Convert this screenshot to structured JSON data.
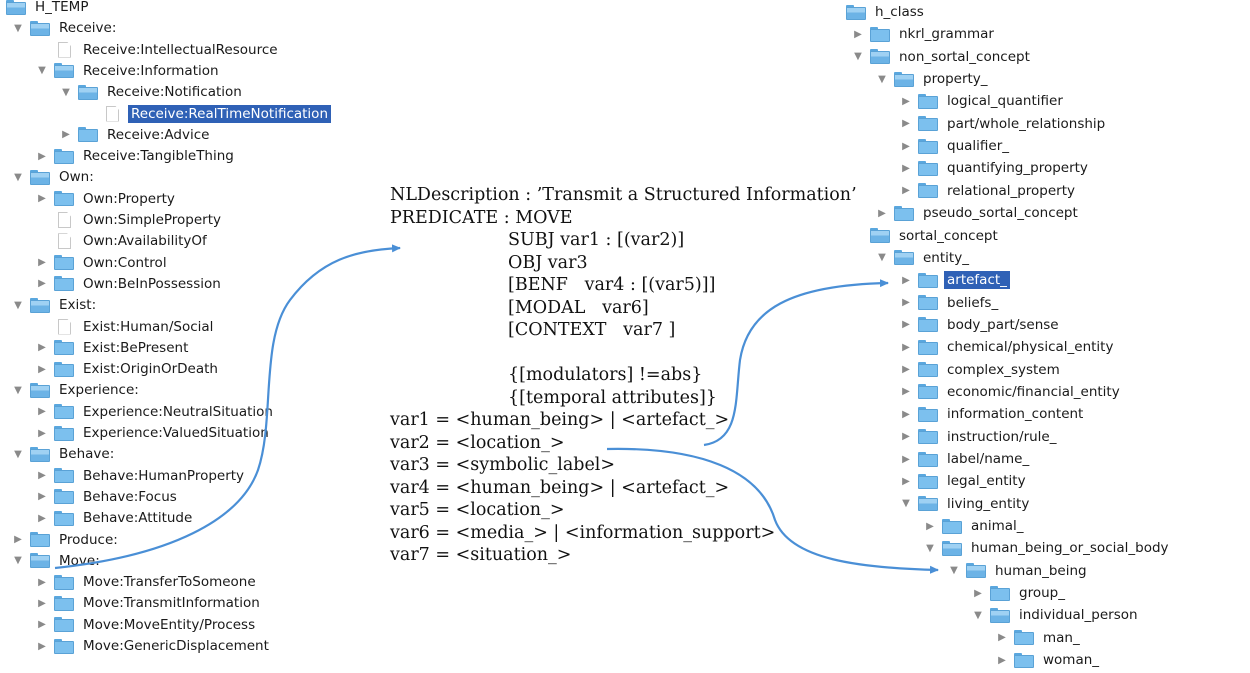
{
  "left_tree": {
    "root": "H_TEMP",
    "rows": [
      {
        "label": "Receive:",
        "level": 1,
        "kind": "folder-open",
        "toggle": "expanded"
      },
      {
        "label": "Receive:IntellectualResource",
        "level": 2,
        "kind": "file",
        "toggle": "none"
      },
      {
        "label": "Receive:Information",
        "level": 2,
        "kind": "folder-open",
        "toggle": "expanded"
      },
      {
        "label": "Receive:Notification",
        "level": 3,
        "kind": "folder-open",
        "toggle": "expanded"
      },
      {
        "label": "Receive:RealTimeNotification",
        "level": 4,
        "kind": "file",
        "toggle": "none",
        "selected": true
      },
      {
        "label": "Receive:Advice",
        "level": 3,
        "kind": "folder",
        "toggle": "collapsed"
      },
      {
        "label": "Receive:TangibleThing",
        "level": 2,
        "kind": "folder",
        "toggle": "collapsed"
      },
      {
        "label": "Own:",
        "level": 1,
        "kind": "folder-open",
        "toggle": "expanded"
      },
      {
        "label": "Own:Property",
        "level": 2,
        "kind": "folder",
        "toggle": "collapsed"
      },
      {
        "label": "Own:SimpleProperty",
        "level": 2,
        "kind": "file",
        "toggle": "none"
      },
      {
        "label": "Own:AvailabilityOf",
        "level": 2,
        "kind": "file",
        "toggle": "none"
      },
      {
        "label": "Own:Control",
        "level": 2,
        "kind": "folder",
        "toggle": "collapsed"
      },
      {
        "label": "Own:BeInPossession",
        "level": 2,
        "kind": "folder",
        "toggle": "collapsed"
      },
      {
        "label": "Exist:",
        "level": 1,
        "kind": "folder-open",
        "toggle": "expanded"
      },
      {
        "label": "Exist:Human/Social",
        "level": 2,
        "kind": "file",
        "toggle": "none"
      },
      {
        "label": "Exist:BePresent",
        "level": 2,
        "kind": "folder",
        "toggle": "collapsed"
      },
      {
        "label": "Exist:OriginOrDeath",
        "level": 2,
        "kind": "folder",
        "toggle": "collapsed"
      },
      {
        "label": "Experience:",
        "level": 1,
        "kind": "folder-open",
        "toggle": "expanded"
      },
      {
        "label": "Experience:NeutralSituation",
        "level": 2,
        "kind": "folder",
        "toggle": "collapsed"
      },
      {
        "label": "Experience:ValuedSituation",
        "level": 2,
        "kind": "folder",
        "toggle": "collapsed"
      },
      {
        "label": "Behave:",
        "level": 1,
        "kind": "folder-open",
        "toggle": "expanded"
      },
      {
        "label": "Behave:HumanProperty",
        "level": 2,
        "kind": "folder",
        "toggle": "collapsed"
      },
      {
        "label": "Behave:Focus",
        "level": 2,
        "kind": "folder",
        "toggle": "collapsed"
      },
      {
        "label": "Behave:Attitude",
        "level": 2,
        "kind": "folder",
        "toggle": "collapsed"
      },
      {
        "label": "Produce:",
        "level": 1,
        "kind": "folder",
        "toggle": "collapsed"
      },
      {
        "label": "Move:",
        "level": 1,
        "kind": "folder-open",
        "toggle": "expanded"
      },
      {
        "label": "Move:TransferToSomeone",
        "level": 2,
        "kind": "folder",
        "toggle": "collapsed"
      },
      {
        "label": "Move:TransmitInformation",
        "level": 2,
        "kind": "folder",
        "toggle": "collapsed"
      },
      {
        "label": "Move:MoveEntity/Process",
        "level": 2,
        "kind": "folder",
        "toggle": "collapsed"
      },
      {
        "label": "Move:GenericDisplacement",
        "level": 2,
        "kind": "folder",
        "toggle": "collapsed"
      }
    ]
  },
  "template_frame": {
    "lines": [
      {
        "text": "NLDescription : ’Transmit a Structured Information’",
        "indent": 0
      },
      {
        "text": "PREDICATE : MOVE",
        "indent": 0
      },
      {
        "text": "SUBJ var1 : [(var2)]",
        "indent": 1
      },
      {
        "text": "OBJ var3",
        "indent": 1
      },
      {
        "text": "[BENF   var4 : [(var5)]]",
        "indent": 1
      },
      {
        "text": "[MODAL   var6]",
        "indent": 1
      },
      {
        "text": "[CONTEXT   var7 ]",
        "indent": 1
      },
      {
        "text": "",
        "indent": 1
      },
      {
        "text": "{[modulators] !=abs}",
        "indent": 1
      },
      {
        "text": "{[temporal attributes]}",
        "indent": 1
      },
      {
        "text": "var1 = <human_being> | <artefact_>",
        "indent": 0
      },
      {
        "text": "var2 = <location_>",
        "indent": 0
      },
      {
        "text": "var3 = <symbolic_label>",
        "indent": 0
      },
      {
        "text": "var4 = <human_being> | <artefact_>",
        "indent": 0
      },
      {
        "text": "var5 = <location_>",
        "indent": 0
      },
      {
        "text": "var6 = <media_> | <information_support>",
        "indent": 0
      },
      {
        "text": "var7 = <situation_>",
        "indent": 0
      }
    ]
  },
  "right_tree": {
    "root": "h_class",
    "rows": [
      {
        "label": "nkrl_grammar",
        "level": 1,
        "kind": "folder",
        "toggle": "collapsed"
      },
      {
        "label": "non_sortal_concept",
        "level": 1,
        "kind": "folder-open",
        "toggle": "expanded"
      },
      {
        "label": "property_",
        "level": 2,
        "kind": "folder-open",
        "toggle": "expanded"
      },
      {
        "label": "logical_quantifier",
        "level": 3,
        "kind": "folder",
        "toggle": "collapsed"
      },
      {
        "label": "part/whole_relationship",
        "level": 3,
        "kind": "folder",
        "toggle": "collapsed"
      },
      {
        "label": "qualifier_",
        "level": 3,
        "kind": "folder",
        "toggle": "collapsed"
      },
      {
        "label": "quantifying_property",
        "level": 3,
        "kind": "folder",
        "toggle": "collapsed"
      },
      {
        "label": "relational_property",
        "level": 3,
        "kind": "folder",
        "toggle": "collapsed"
      },
      {
        "label": "pseudo_sortal_concept",
        "level": 2,
        "kind": "folder",
        "toggle": "collapsed"
      },
      {
        "label": "sortal_concept",
        "level": 1,
        "kind": "folder-open",
        "toggle": "none"
      },
      {
        "label": "entity_",
        "level": 2,
        "kind": "folder-open",
        "toggle": "expanded"
      },
      {
        "label": "artefact_",
        "level": 3,
        "kind": "folder",
        "toggle": "collapsed",
        "selected": true
      },
      {
        "label": "beliefs_",
        "level": 3,
        "kind": "folder",
        "toggle": "collapsed"
      },
      {
        "label": "body_part/sense",
        "level": 3,
        "kind": "folder",
        "toggle": "collapsed"
      },
      {
        "label": "chemical/physical_entity",
        "level": 3,
        "kind": "folder",
        "toggle": "collapsed"
      },
      {
        "label": "complex_system",
        "level": 3,
        "kind": "folder",
        "toggle": "collapsed"
      },
      {
        "label": "economic/financial_entity",
        "level": 3,
        "kind": "folder",
        "toggle": "collapsed"
      },
      {
        "label": "information_content",
        "level": 3,
        "kind": "folder",
        "toggle": "collapsed"
      },
      {
        "label": "instruction/rule_",
        "level": 3,
        "kind": "folder",
        "toggle": "collapsed"
      },
      {
        "label": "label/name_",
        "level": 3,
        "kind": "folder",
        "toggle": "collapsed"
      },
      {
        "label": "legal_entity",
        "level": 3,
        "kind": "folder",
        "toggle": "collapsed"
      },
      {
        "label": "living_entity",
        "level": 3,
        "kind": "folder-open",
        "toggle": "expanded"
      },
      {
        "label": "animal_",
        "level": 4,
        "kind": "folder",
        "toggle": "collapsed"
      },
      {
        "label": "human_being_or_social_body",
        "level": 4,
        "kind": "folder-open",
        "toggle": "expanded"
      },
      {
        "label": "human_being",
        "level": 5,
        "kind": "folder-open",
        "toggle": "expanded"
      },
      {
        "label": "group_",
        "level": 6,
        "kind": "folder",
        "toggle": "collapsed"
      },
      {
        "label": "individual_person",
        "level": 6,
        "kind": "folder-open",
        "toggle": "expanded"
      },
      {
        "label": "man_",
        "level": 7,
        "kind": "folder",
        "toggle": "collapsed"
      },
      {
        "label": "woman_",
        "level": 7,
        "kind": "folder",
        "toggle": "collapsed"
      }
    ]
  },
  "icons": {
    "expanded": "▼",
    "collapsed": "▶"
  },
  "colors": {
    "selection": "#2f61b6",
    "arrow": "#4a8fd6",
    "folder": "#7cc0ee"
  },
  "arrows": [
    {
      "from": "Move:",
      "to": "template_frame",
      "meaning": "Move: template instantiated as frame"
    },
    {
      "from": "var1 <artefact_>",
      "to": "artefact_"
    },
    {
      "from": "var1 <human_being>",
      "to": "human_being"
    }
  ]
}
